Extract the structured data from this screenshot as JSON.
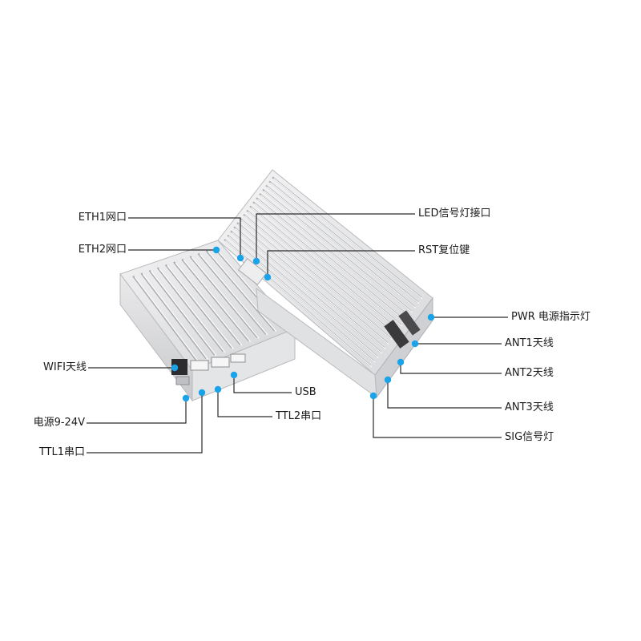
{
  "diagram": {
    "accent_color": "#1aa3e8",
    "line_color": "#2a2a2a",
    "body_color": "#d9dadc",
    "labels": {
      "eth1": "ETH1网口",
      "eth2": "ETH2网口",
      "wifi": "WIFI天线",
      "power": "电源9-24V",
      "ttl1": "TTL1串口",
      "ttl2": "TTL2串口",
      "usb": "USB",
      "led": "LED信号灯接口",
      "rst": "RST复位键",
      "pwr": "PWR 电源指示灯",
      "ant1": "ANT1天线",
      "ant2": "ANT2天线",
      "ant3": "ANT3天线",
      "sig": "SIG信号灯"
    }
  }
}
